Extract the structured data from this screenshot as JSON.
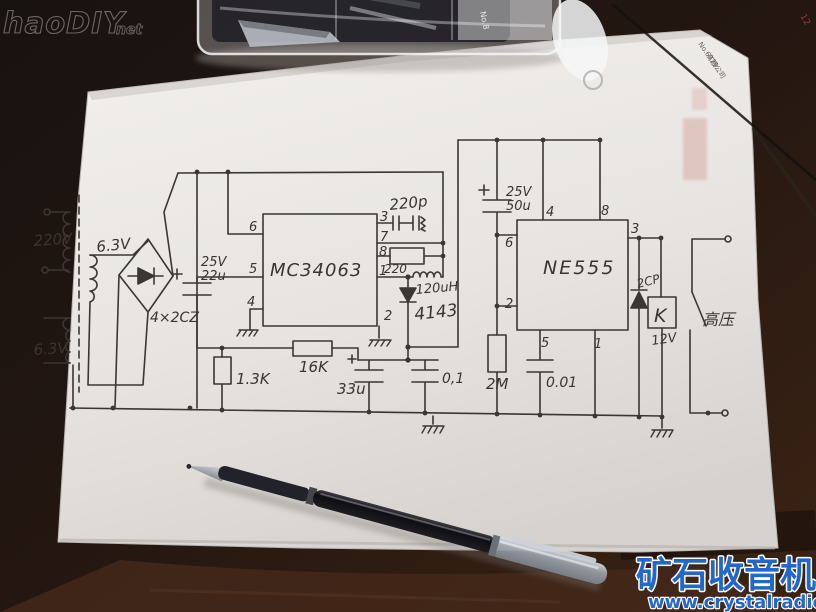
{
  "photo": {
    "watermark_top_left_main": "haoDIY",
    "watermark_top_left_suffix": "net",
    "watermark_site_name": "矿石收音机",
    "watermark_site_url": "www.crystalradio.cn",
    "paper_print_line1": "No.6729",
    "paper_print_line2": "有限公司",
    "parts_box_label": "No.8",
    "ruler_number": "12"
  },
  "schematic": {
    "transformer": {
      "primary_voltage": "220V",
      "secondary1_voltage": "6.3V",
      "secondary2_voltage": "6.3V"
    },
    "bridge": {
      "label": "4×2CZ"
    },
    "mc34063": {
      "label": "MC34063",
      "pin_left": [
        "6",
        "5",
        "4"
      ],
      "pin_right": [
        "3",
        "7",
        "8",
        "1"
      ],
      "pin_bottom": "2",
      "cap_timing": "220p",
      "res_sense": "220",
      "inductor": "120uH",
      "diode": "4143",
      "cap_input_voltage": "25V",
      "cap_input_value": "22u",
      "res_fb_lower": "1.3K",
      "res_fb_upper": "16K",
      "cap_out1": "33u",
      "cap_out2": "0,1"
    },
    "ne555": {
      "label": "NE555",
      "pin_top": [
        "4",
        "8"
      ],
      "pin_left": [
        "6",
        "2"
      ],
      "pin_right": "3",
      "pin_bottom": [
        "5",
        "1"
      ],
      "cap_supply_voltage": "25V",
      "cap_supply_value": "50u",
      "res_timing": "2M",
      "cap_ctrl": "0.01",
      "diode": "2CP",
      "relay": "K",
      "relay_voltage": "12V",
      "output_label": "高压"
    }
  }
}
